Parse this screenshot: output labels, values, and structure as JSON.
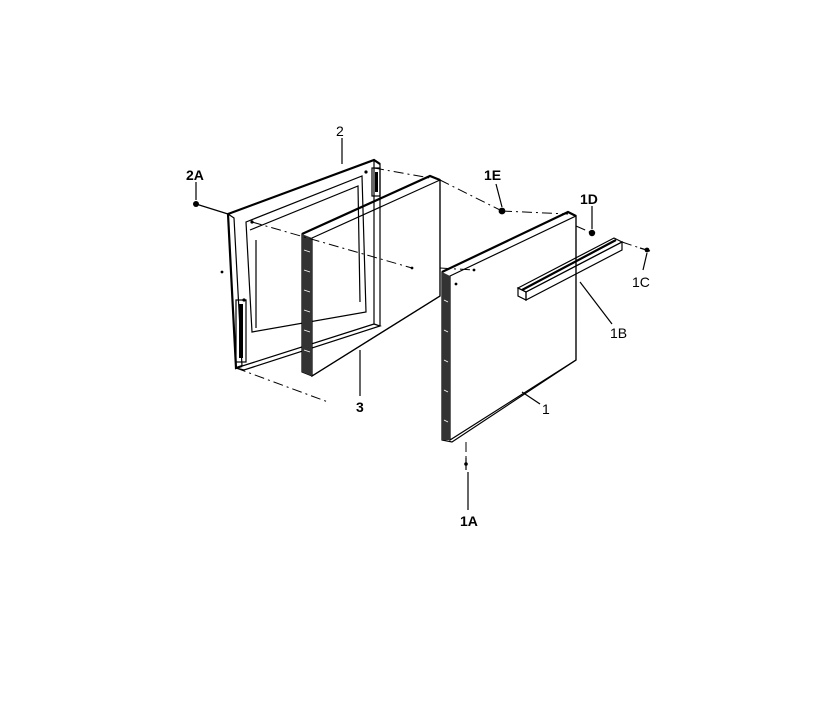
{
  "labels": {
    "p2": "2",
    "p2a": "2A",
    "p3": "3",
    "p1": "1",
    "p1a": "1A",
    "p1b": "1B",
    "p1c": "1C",
    "p1d": "1D",
    "p1e": "1E"
  }
}
